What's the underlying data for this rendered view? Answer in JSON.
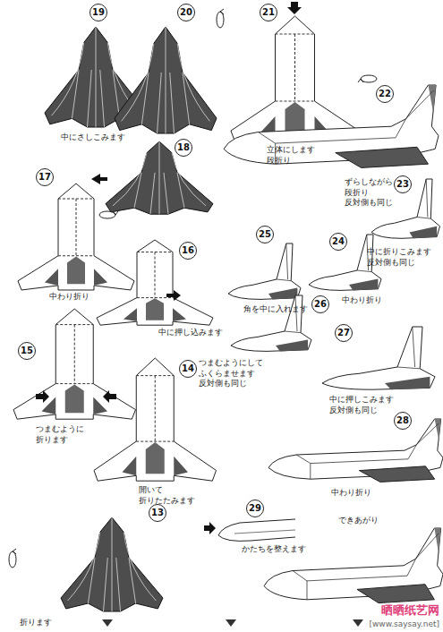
{
  "diagram": {
    "nodes": [
      {
        "text": [
          "13"
        ]
      },
      {
        "text": [
          "14"
        ]
      },
      {
        "text": [
          "15"
        ]
      },
      {
        "text": [
          "16"
        ]
      },
      {
        "text": [
          "17"
        ]
      },
      {
        "text": [
          "18"
        ]
      },
      {
        "text": [
          "19"
        ]
      },
      {
        "text": [
          "20"
        ]
      },
      {
        "text": [
          "21"
        ]
      },
      {
        "text": [
          "22"
        ]
      },
      {
        "text": [
          "23"
        ]
      },
      {
        "text": [
          "24"
        ]
      },
      {
        "text": [
          "25"
        ]
      },
      {
        "text": [
          "26"
        ]
      },
      {
        "text": [
          "27"
        ]
      },
      {
        "text": [
          "28"
        ]
      },
      {
        "text": [
          "29"
        ]
      }
    ],
    "labels": [
      "中にさしこみます",
      "立体にします 段折り",
      "ずらしながら 段折り 反対側も同じ",
      "中に折りこみます 反対側も同じ",
      "中わり折り",
      "中わり折り",
      "角を中に入れます",
      "中に押し込みます",
      "つまむようにして ふくらませます 反対側も同じ",
      "中に押しこみます 反対側も同じ",
      "つまむように 折ります",
      "開いて 折りたたみます",
      "中わり折り",
      "かたちを整えます",
      "できあがり",
      "折ります",
      "晒晒纸艺网",
      "[www.saysay.net]"
    ]
  }
}
